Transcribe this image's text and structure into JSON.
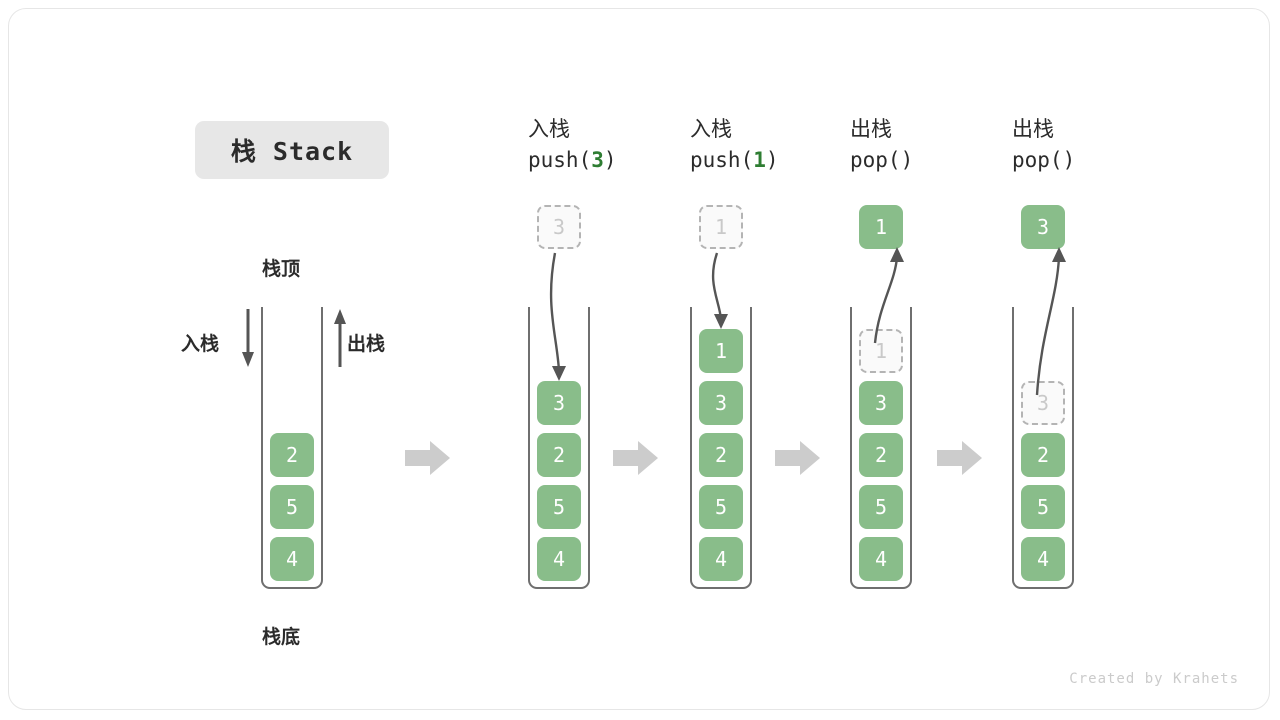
{
  "title": {
    "badge_label": "栈 Stack"
  },
  "left_diagram": {
    "top_label": "栈顶",
    "bottom_label": "栈底",
    "push_label": "入栈",
    "pop_label": "出栈",
    "stack_values": [
      "2",
      "5",
      "4"
    ]
  },
  "separators": {
    "icon": "right-block-arrow",
    "color": "#cccccc",
    "count": 4
  },
  "columns": [
    {
      "id": "push-3",
      "header_cn": "入栈",
      "header_code_prefix": "push(",
      "header_code_arg": "3",
      "header_code_suffix": ")",
      "floating_value": "3",
      "floating_state": "ghost",
      "arrow_direction": "into-stack",
      "stack_values": [
        "3",
        "2",
        "5",
        "4"
      ],
      "stack_states": [
        "solid",
        "solid",
        "solid",
        "solid"
      ]
    },
    {
      "id": "push-1",
      "header_cn": "入栈",
      "header_code_prefix": "push(",
      "header_code_arg": "1",
      "header_code_suffix": ")",
      "floating_value": "1",
      "floating_state": "ghost",
      "arrow_direction": "into-stack",
      "stack_values": [
        "1",
        "3",
        "2",
        "5",
        "4"
      ],
      "stack_states": [
        "solid",
        "solid",
        "solid",
        "solid",
        "solid"
      ]
    },
    {
      "id": "pop-1",
      "header_cn": "出栈",
      "header_code_prefix": "pop(",
      "header_code_arg": "",
      "header_code_suffix": ")",
      "floating_value": "1",
      "floating_state": "solid",
      "arrow_direction": "out-of-stack",
      "stack_values": [
        "1",
        "3",
        "2",
        "5",
        "4"
      ],
      "stack_states": [
        "ghost",
        "solid",
        "solid",
        "solid",
        "solid"
      ]
    },
    {
      "id": "pop-3",
      "header_cn": "出栈",
      "header_code_prefix": "pop(",
      "header_code_arg": "",
      "header_code_suffix": ")",
      "floating_value": "3",
      "floating_state": "solid",
      "arrow_direction": "out-of-stack",
      "stack_values": [
        "3",
        "2",
        "5",
        "4"
      ],
      "stack_states": [
        "ghost",
        "solid",
        "solid",
        "solid"
      ]
    }
  ],
  "footer": {
    "credit": "Created by Krahets"
  },
  "colors": {
    "green_fill": "#89bd8a",
    "green_text": "#2e7d32",
    "ghost_border": "#b4b4b4",
    "ghost_text": "#c9c9c9",
    "stroke": "#6f6f6f",
    "badge_bg": "#e7e7e7"
  }
}
